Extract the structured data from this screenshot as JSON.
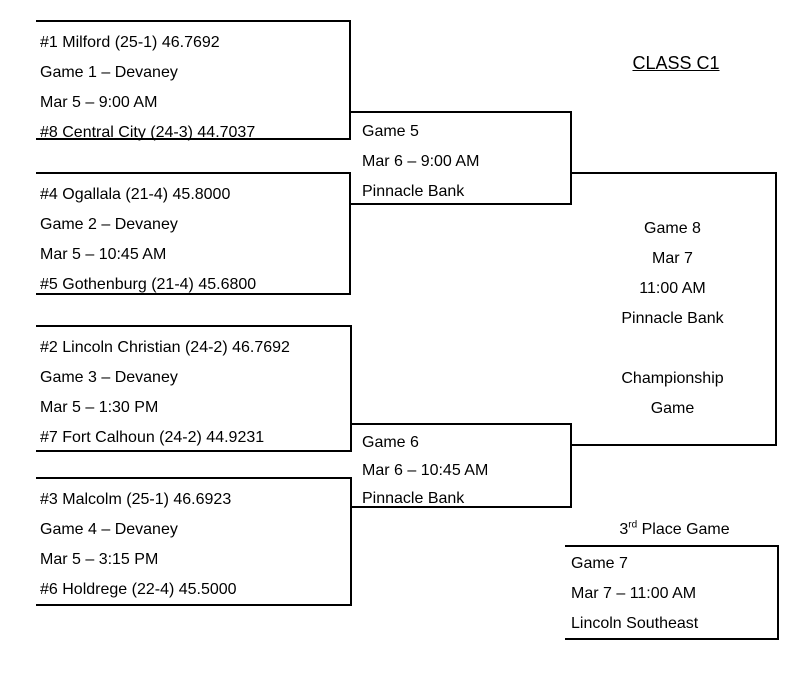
{
  "page": {
    "background_color": "#ffffff",
    "line_color": "#000000",
    "text_color": "#000000"
  },
  "title": "CLASS C1",
  "first_round": [
    {
      "lines": [
        "#1 Milford (25-1) 46.7692",
        "Game 1 – Devaney",
        "Mar 5 – 9:00 AM",
        "#8 Central City (24-3) 44.7037"
      ]
    },
    {
      "lines": [
        "#4 Ogallala (21-4) 45.8000",
        "Game 2 – Devaney",
        "Mar 5 – 10:45 AM",
        "#5 Gothenburg (21-4) 45.6800"
      ]
    },
    {
      "lines": [
        "#2 Lincoln Christian (24-2) 46.7692",
        "Game 3 – Devaney",
        "Mar 5 – 1:30 PM",
        "#7 Fort Calhoun (24-2) 44.9231"
      ]
    },
    {
      "lines": [
        "#3 Malcolm (25-1) 46.6923",
        "Game 4 – Devaney",
        "Mar 5 – 3:15 PM",
        "#6 Holdrege (22-4) 45.5000"
      ]
    }
  ],
  "semifinals": [
    {
      "lines": [
        "Game 5",
        "Mar 6 – 9:00 AM",
        "Pinnacle Bank"
      ]
    },
    {
      "lines": [
        "Game 6",
        "Mar 6 – 10:45 AM",
        "Pinnacle Bank"
      ]
    }
  ],
  "championship": {
    "lines": [
      "Game 8",
      "Mar 7",
      "11:00 AM",
      "Pinnacle Bank",
      "",
      "Championship",
      "Game"
    ]
  },
  "third_place": {
    "label_num": "3",
    "label_sup": "rd",
    "label_rest": " Place Game",
    "lines": [
      "Game 7",
      "Mar 7 – 11:00 AM",
      "Lincoln Southeast"
    ]
  }
}
